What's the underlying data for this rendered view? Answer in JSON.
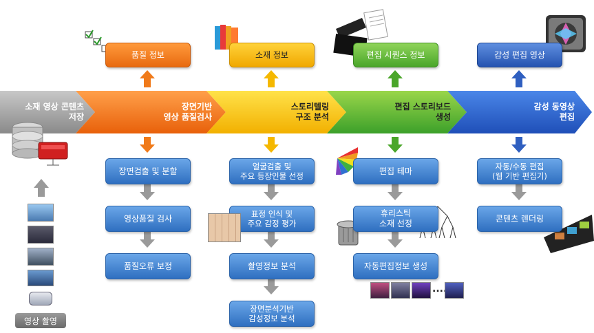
{
  "banner": {
    "stage0": "소재 영상 콘텐츠\n저장",
    "stage1": "장면기반\n영상 품질검사",
    "stage2": "스토리텔링\n구조 분석",
    "stage3": "편집 스토리보드\n생성",
    "stage4": "감성 동영상\n편집"
  },
  "top_outputs": {
    "quality_info": "품질 정보",
    "material_info": "소재 정보",
    "sequence_info": "편집 시퀀스 정보",
    "emotion_video": "감성 편집 영상"
  },
  "col1": [
    "장면검출 및 분할",
    "영상품질 검사",
    "품질오류 보정"
  ],
  "col2": [
    "얼굴검출 및\n주요 등장인물 선정",
    "표정 인식 및\n주요 감정 평가",
    "촬영정보 분석",
    "장면분석기반\n감성정보 분석"
  ],
  "col3": [
    "편집 테마",
    "휴리스틱\n소재 선정",
    "자동편집정보 생성"
  ],
  "col4": [
    "자동/수동 편집\n(웹 기반 편집기)",
    "콘텐츠 렌더링"
  ],
  "capture_label": "영상 촬영",
  "ellipsis": "...."
}
